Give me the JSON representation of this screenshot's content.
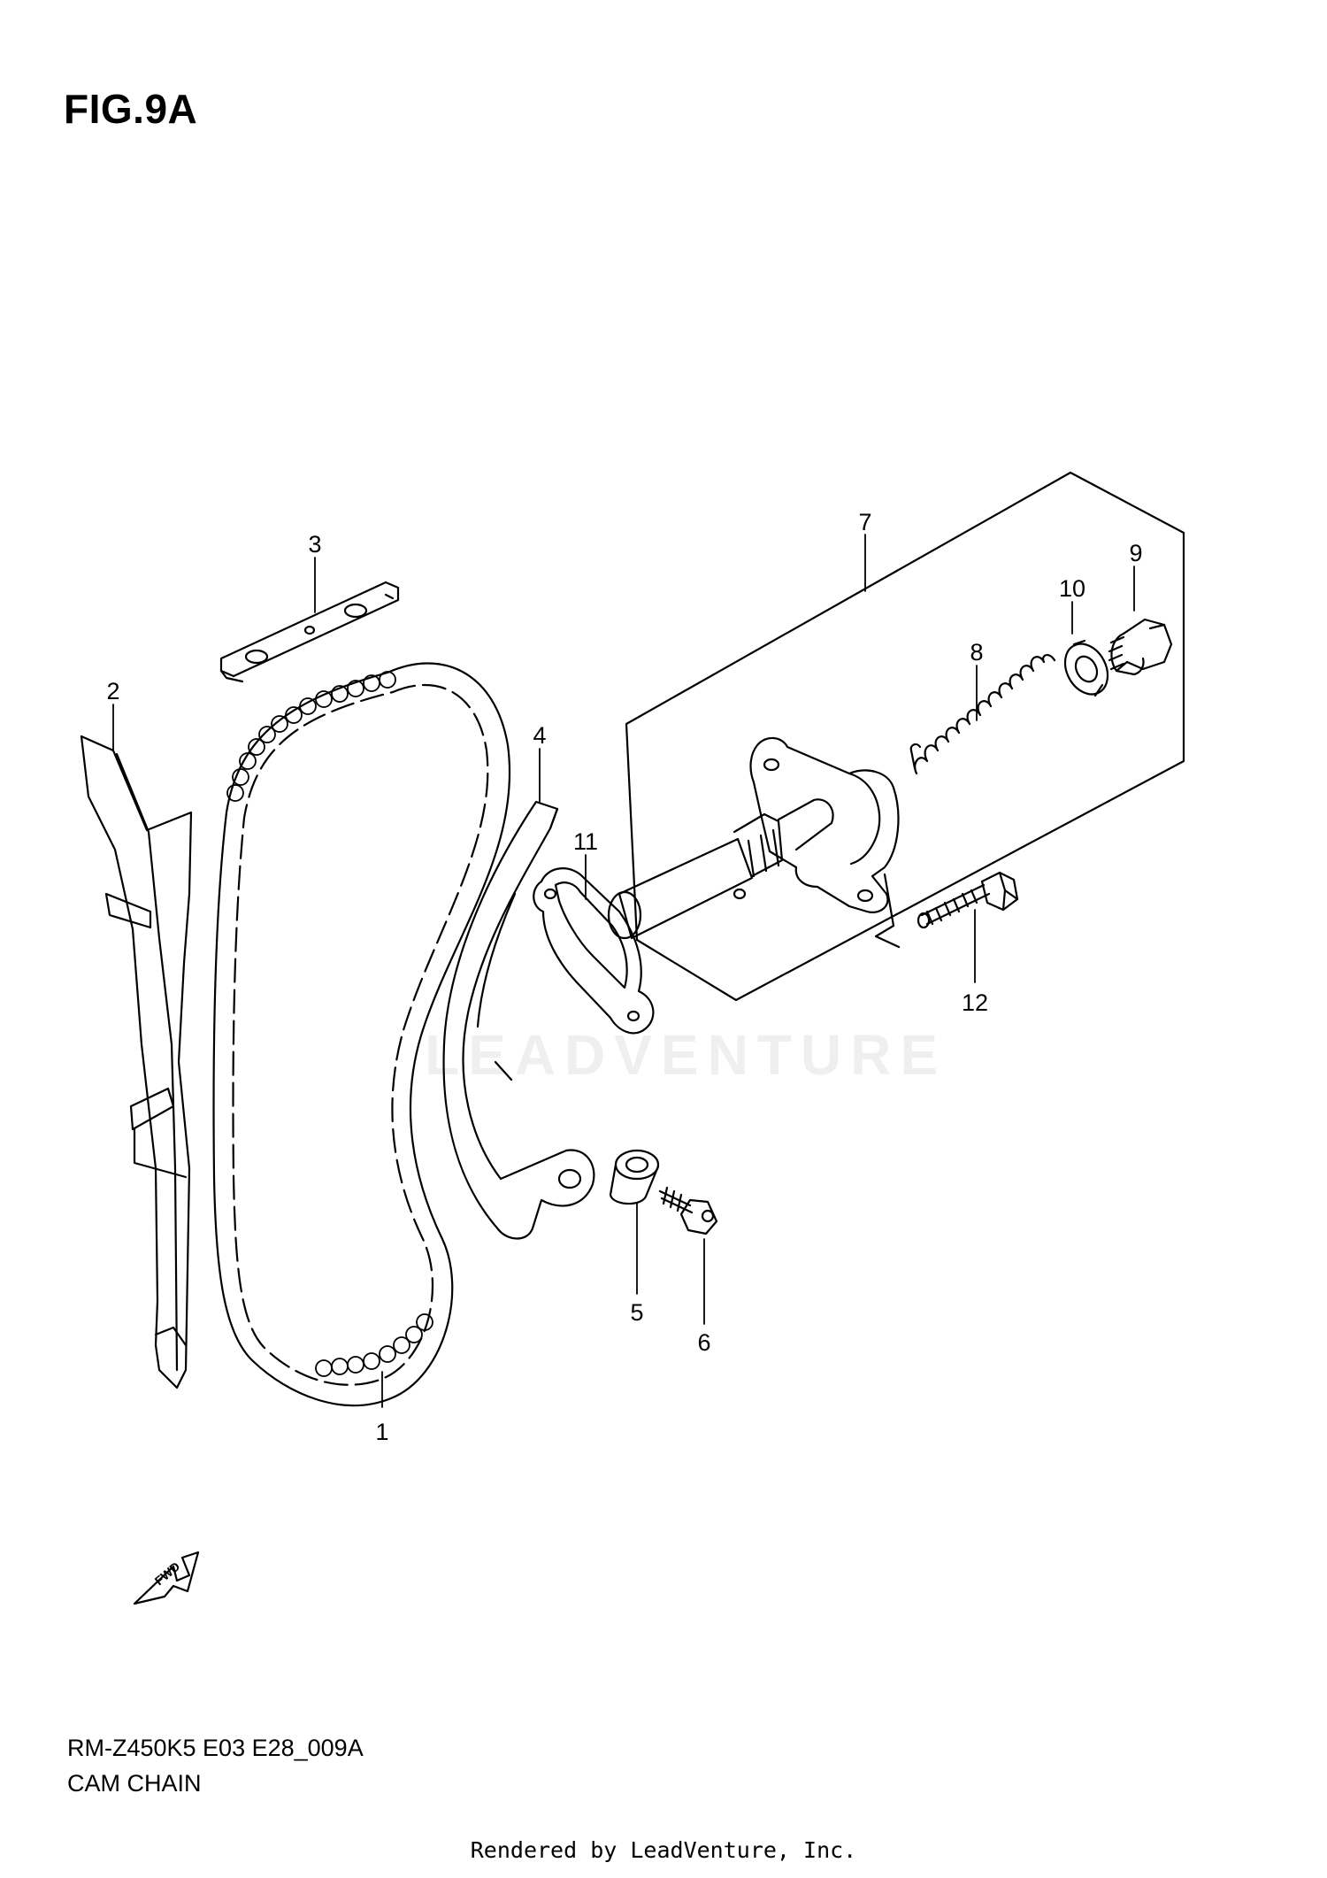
{
  "figure": {
    "title": "FIG.9A"
  },
  "watermark": "LEADVENTURE",
  "fwd_label": "FWD",
  "footer": {
    "code": "RM-Z450K5 E03 E28_009A",
    "caption": "CAM CHAIN",
    "rendered_by": "Rendered by LeadVenture, Inc."
  },
  "callouts": {
    "c1": "1",
    "c2": "2",
    "c3": "3",
    "c4": "4",
    "c5": "5",
    "c6": "6",
    "c7": "7",
    "c8": "8",
    "c9": "9",
    "c10": "10",
    "c11": "11",
    "c12": "12"
  }
}
